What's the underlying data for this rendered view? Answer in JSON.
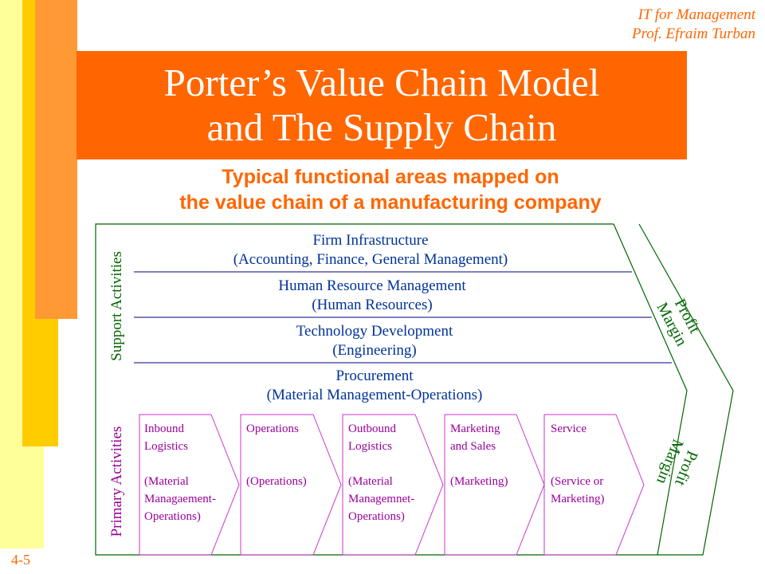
{
  "header": {
    "attribution_line1": "IT for Management",
    "attribution_line2": "Prof. Efraim Turban"
  },
  "title": {
    "line1": "Porter’s Value Chain Model",
    "line2": "and The Supply Chain"
  },
  "subtitle": {
    "line1": "Typical functional areas mapped on",
    "line2": "the value chain of a manufacturing company"
  },
  "diagram": {
    "support_label": "Support Activities",
    "primary_label": "Primary Activities",
    "profit_margin_upper": {
      "line1": "Profit",
      "line2": "Margin"
    },
    "profit_margin_lower": {
      "line1": "Profit",
      "line2": "Margin"
    },
    "support_activities": [
      {
        "name": "Firm Infrastructure",
        "detail": "(Accounting, Finance, General Management)"
      },
      {
        "name": "Human Resource Management",
        "detail": "(Human Resources)"
      },
      {
        "name": "Technology Development",
        "detail": "(Engineering)"
      },
      {
        "name": "Procurement",
        "detail": "(Material Management-Operations)"
      }
    ],
    "primary_activities": [
      {
        "lines": [
          "Inbound",
          "Logistics"
        ],
        "detail": [
          "(Material",
          "Managaement-",
          "Operations)"
        ]
      },
      {
        "lines": [
          "Operations"
        ],
        "detail": [
          "(Operations)"
        ]
      },
      {
        "lines": [
          "Outbound",
          "Logistics"
        ],
        "detail": [
          "(Material",
          "Managemnet-",
          "Operations)"
        ]
      },
      {
        "lines": [
          "Marketing",
          "and Sales"
        ],
        "detail": [
          "(Marketing)"
        ]
      },
      {
        "lines": [
          "Service"
        ],
        "detail": [
          "(Service or",
          "Marketing)"
        ]
      }
    ]
  },
  "footer": {
    "slide_number": "4-5"
  },
  "colors": {
    "orange": "#ff6600",
    "light_orange": "#ff9933",
    "gold": "#ffcc00",
    "pale_yellow": "#ffff99",
    "support_text": "#003399",
    "divider": "#000080",
    "outline": "#006600",
    "primary_text": "#990099",
    "primary_outline": "#cc33cc"
  }
}
